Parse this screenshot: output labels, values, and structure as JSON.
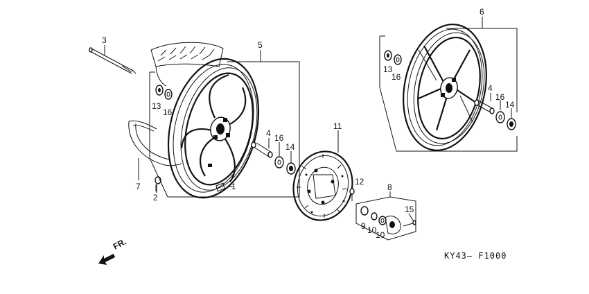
{
  "callouts": [
    {
      "id": "c1",
      "text": "1"
    },
    {
      "id": "c2",
      "text": "2"
    },
    {
      "id": "c3",
      "text": "3"
    },
    {
      "id": "c4a",
      "text": "4"
    },
    {
      "id": "c4b",
      "text": "4"
    },
    {
      "id": "c5",
      "text": "5"
    },
    {
      "id": "c6",
      "text": "6"
    },
    {
      "id": "c7",
      "text": "7"
    },
    {
      "id": "c8",
      "text": "8"
    },
    {
      "id": "c9",
      "text": "9"
    },
    {
      "id": "c10a",
      "text": "10"
    },
    {
      "id": "c10b",
      "text": "10"
    },
    {
      "id": "c11",
      "text": "11"
    },
    {
      "id": "c12",
      "text": "12"
    },
    {
      "id": "c13a",
      "text": "13"
    },
    {
      "id": "c13b",
      "text": "13"
    },
    {
      "id": "c14a",
      "text": "14"
    },
    {
      "id": "c14b",
      "text": "14"
    },
    {
      "id": "c15",
      "text": "15"
    },
    {
      "id": "c16a",
      "text": "16"
    },
    {
      "id": "c16b",
      "text": "16"
    },
    {
      "id": "c16c",
      "text": "16"
    }
  ],
  "direction_label": "FR.",
  "diagram_code": "KY43— F1000"
}
